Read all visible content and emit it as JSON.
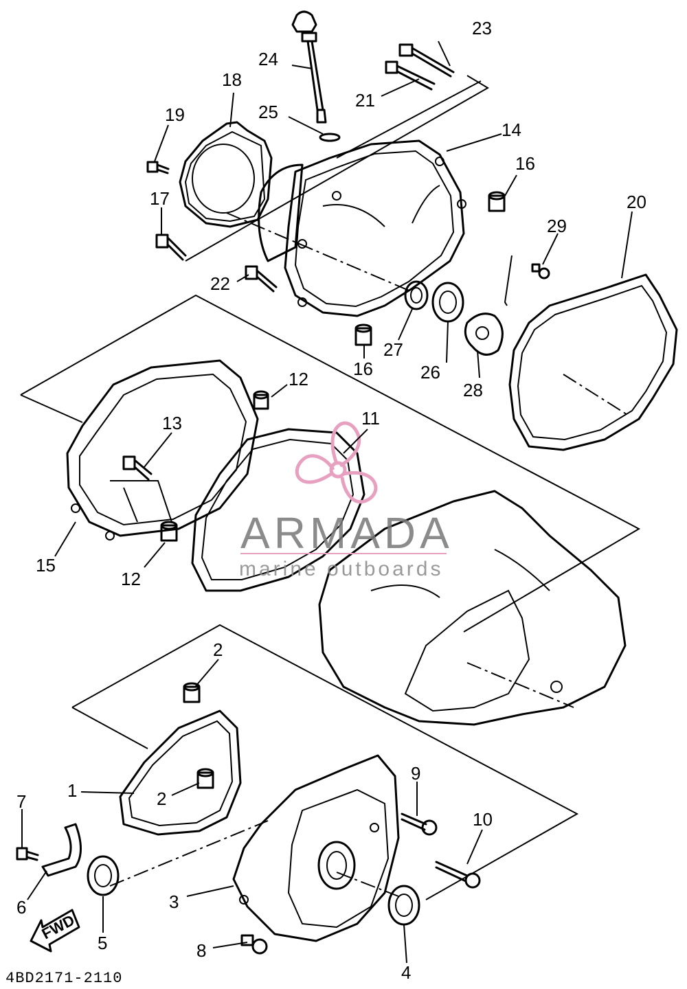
{
  "diagram": {
    "code": "4BD2171-2110",
    "fwd_label": "FWD",
    "watermark": {
      "brand": "ARMADA",
      "tagline": "marine outboards",
      "accent_color": "#e8a0c0"
    },
    "callouts": [
      {
        "id": "c1",
        "label": "1"
      },
      {
        "id": "c2a",
        "label": "2"
      },
      {
        "id": "c2b",
        "label": "2"
      },
      {
        "id": "c3",
        "label": "3"
      },
      {
        "id": "c4",
        "label": "4"
      },
      {
        "id": "c5",
        "label": "5"
      },
      {
        "id": "c6",
        "label": "6"
      },
      {
        "id": "c7",
        "label": "7"
      },
      {
        "id": "c8",
        "label": "8"
      },
      {
        "id": "c9",
        "label": "9"
      },
      {
        "id": "c10",
        "label": "10"
      },
      {
        "id": "c11",
        "label": "11"
      },
      {
        "id": "c12a",
        "label": "12"
      },
      {
        "id": "c12b",
        "label": "12"
      },
      {
        "id": "c13",
        "label": "13"
      },
      {
        "id": "c14",
        "label": "14"
      },
      {
        "id": "c15",
        "label": "15"
      },
      {
        "id": "c16a",
        "label": "16"
      },
      {
        "id": "c16b",
        "label": "16"
      },
      {
        "id": "c17",
        "label": "17"
      },
      {
        "id": "c18",
        "label": "18"
      },
      {
        "id": "c19",
        "label": "19"
      },
      {
        "id": "c20",
        "label": "20"
      },
      {
        "id": "c21",
        "label": "21"
      },
      {
        "id": "c22",
        "label": "22"
      },
      {
        "id": "c23",
        "label": "23"
      },
      {
        "id": "c24",
        "label": "24"
      },
      {
        "id": "c25",
        "label": "25"
      },
      {
        "id": "c26",
        "label": "26"
      },
      {
        "id": "c27",
        "label": "27"
      },
      {
        "id": "c28",
        "label": "28"
      },
      {
        "id": "c29",
        "label": "29"
      }
    ]
  }
}
